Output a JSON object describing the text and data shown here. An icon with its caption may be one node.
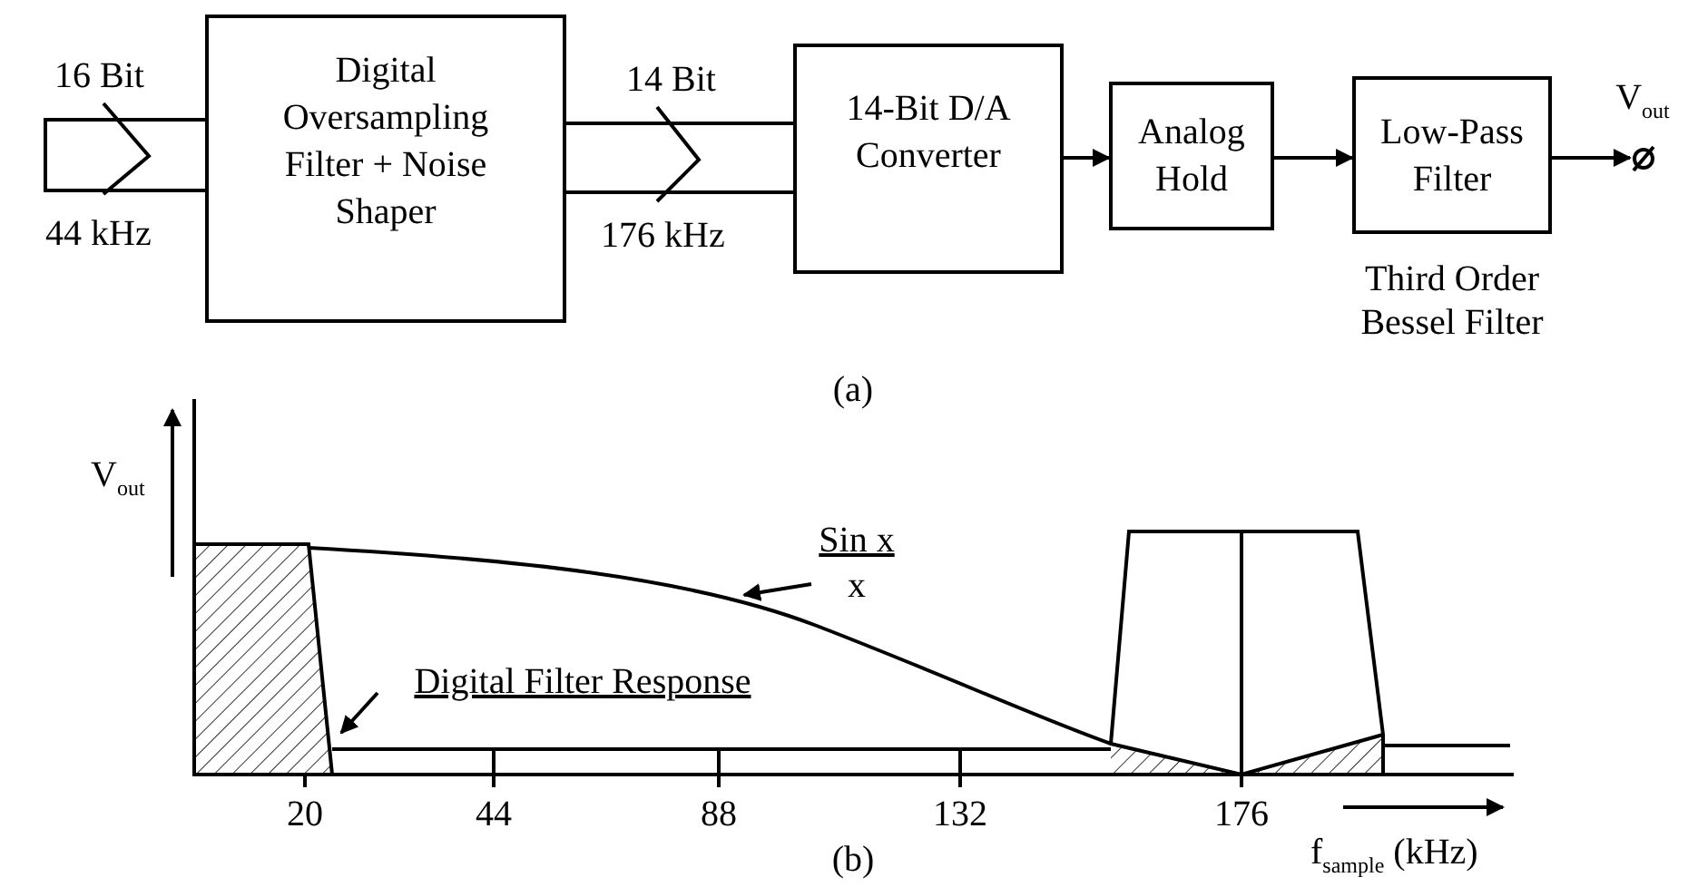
{
  "diagram": {
    "nodes": [
      {
        "text": [
          "Digital Oversampling Filter + Noise Shaper"
        ]
      },
      {
        "text": [
          "14-Bit D/A Converter"
        ]
      },
      {
        "text": [
          "Analog Hold"
        ]
      },
      {
        "text": [
          "Low-Pass Filter"
        ],
        "beside": [
          "Third Order Bessel Filter"
        ]
      },
      {
        "text": [],
        "shape": "circle",
        "beside": [
          "V$_{out}$"
        ]
      },
      {
        "text": [
          "Sin x",
          "x"
        ]
      },
      {
        "text": [
          "Digital Filter Response"
        ]
      }
    ],
    "edges": [
      {
        "from": null,
        "to": 0,
        "arrow": "none"
      },
      {
        "from": 0,
        "to": 1,
        "arrow": "none"
      },
      {
        "from": 1,
        "to": 2,
        "arrow": "to"
      },
      {
        "from": 2,
        "to": 3,
        "arrow": "to"
      },
      {
        "from": 3,
        "to": 4,
        "arrow": "to"
      },
      {
        "from": 5,
        "to": null,
        "arrow": "to"
      },
      {
        "from": 6,
        "to": null,
        "arrow": "to"
      }
    ],
    "labels": [
      "16 Bit",
      "44 kHz",
      "14 Bit",
      "176 kHz",
      "(a)",
      "V$_{out}$",
      "20",
      "44",
      "88",
      "132",
      "176",
      "(b)",
      "f$_{sample}$ (kHz)"
    ]
  }
}
